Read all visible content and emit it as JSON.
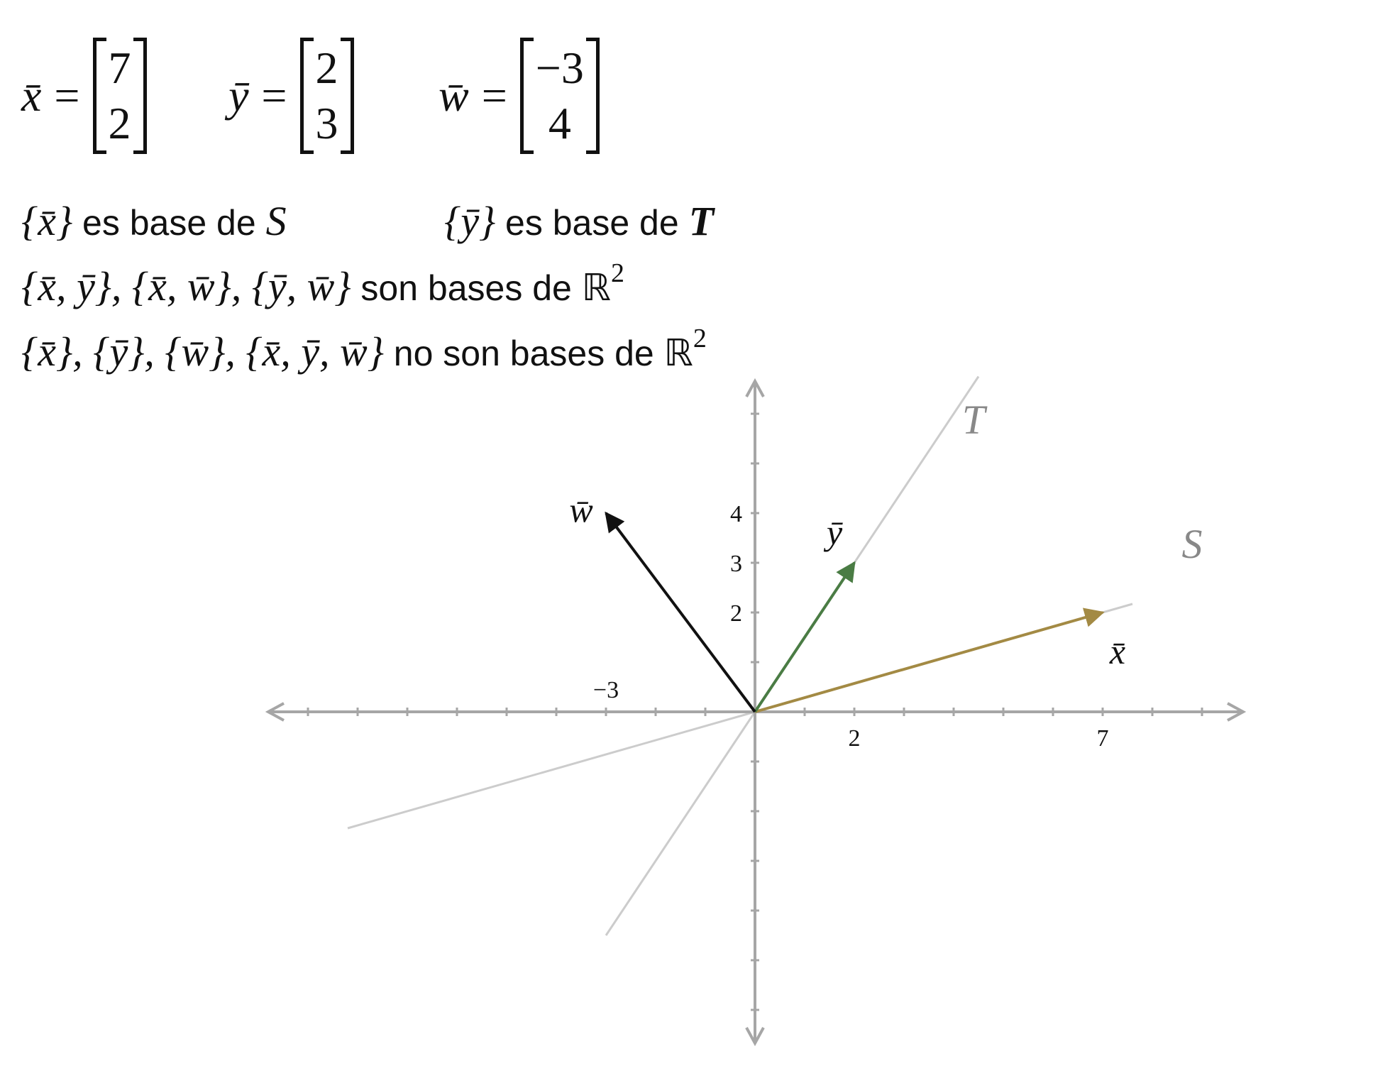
{
  "definitions": {
    "x": {
      "name": "x̄",
      "equals": "=",
      "entries": [
        "7",
        "2"
      ]
    },
    "y": {
      "name": "ȳ",
      "equals": "=",
      "entries": [
        "2",
        "3"
      ]
    },
    "w": {
      "name": "w̄",
      "equals": "=",
      "entries": [
        "−3",
        "4"
      ]
    }
  },
  "statements": {
    "line1_left_set": "{x̄}",
    "line1_left_text": " es base de ",
    "line1_left_space": "S",
    "line1_right_set": "{ȳ}",
    "line1_right_text": " es base de ",
    "line1_right_space": "T",
    "line2_sets": "{x̄, ȳ}, {x̄, w̄}, {ȳ, w̄}",
    "line2_text": " son bases de ",
    "line2_space": "ℝ",
    "line2_exp": "2",
    "line3_sets": "{x̄}, {ȳ}, {w̄}, {x̄, ȳ, w̄}",
    "line3_text": " no son bases de ",
    "line3_space": "ℝ",
    "line3_exp": "2"
  },
  "diagram": {
    "unit_ticks": {
      "x_min": -9,
      "x_max": 9,
      "y_min": -6,
      "y_max": 6
    },
    "x_tick_labels": [
      {
        "value": -3,
        "text": "−3"
      },
      {
        "value": 2,
        "text": "2"
      },
      {
        "value": 7,
        "text": "7"
      }
    ],
    "y_tick_labels": [
      {
        "value": 2,
        "text": "2"
      },
      {
        "value": 3,
        "text": "3"
      },
      {
        "value": 4,
        "text": "4"
      }
    ],
    "vectors": [
      {
        "id": "x",
        "label": "x̄",
        "x": 7,
        "y": 2,
        "color": "#a38a44"
      },
      {
        "id": "y",
        "label": "ȳ",
        "x": 2,
        "y": 3,
        "color": "#4a7c44"
      },
      {
        "id": "w",
        "label": "w̄",
        "x": -3,
        "y": 4,
        "color": "#111111"
      }
    ],
    "subspaces": [
      {
        "id": "S",
        "label": "S",
        "direction": [
          7,
          2
        ],
        "color": "#cccccc",
        "label_color": "#888888"
      },
      {
        "id": "T",
        "label": "T",
        "direction": [
          2,
          3
        ],
        "color": "#cccccc",
        "label_color": "#888888"
      }
    ],
    "axis_color": "#a6a6a6"
  }
}
